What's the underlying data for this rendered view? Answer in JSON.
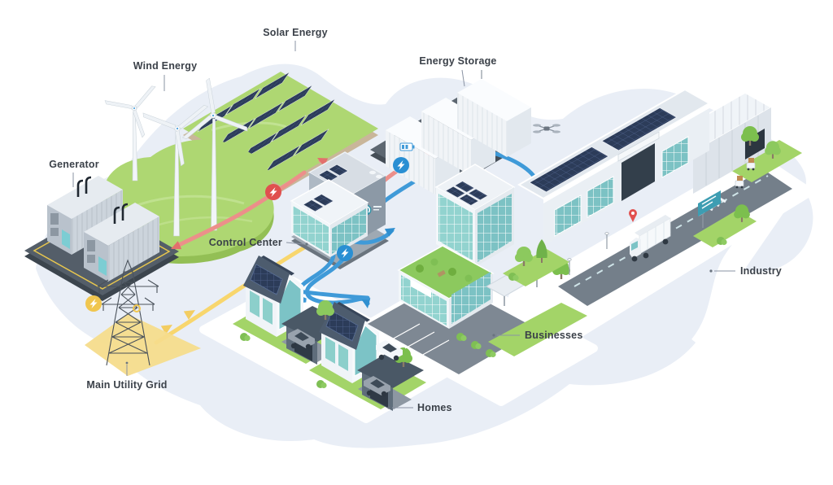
{
  "scene": {
    "title": "Smart grid energy system isometric illustration",
    "background": "#ffffff",
    "blob_color": "#e9eef6"
  },
  "labels": {
    "solar": "Solar Energy",
    "wind": "Wind Energy",
    "generator": "Generator",
    "storage": "Energy Storage",
    "control": "Control Center",
    "grid": "Main Utility Grid",
    "homes": "Homes",
    "businesses": "Businesses",
    "industry": "Industry"
  },
  "flows": [
    {
      "id": "generation",
      "color": "#ec8f8a",
      "badge_color": "#e0504f",
      "connects": [
        "Solar Energy",
        "Wind Energy",
        "Generator",
        "Control Center",
        "Energy Storage"
      ]
    },
    {
      "id": "distribution",
      "color": "#3f9ad8",
      "badge_color": "#2a8fd3",
      "connects": [
        "Energy Storage",
        "Control Center",
        "Homes",
        "Businesses",
        "Industry"
      ]
    },
    {
      "id": "utility",
      "color": "#f8d66d",
      "badge_color": "#f0c64f",
      "connects": [
        "Main Utility Grid",
        "Control Center"
      ]
    }
  ],
  "icons": [
    "lightning-badge-red",
    "lightning-badge-blue",
    "lightning-badge-yellow",
    "battery-icon",
    "location-pin-icon",
    "drone-icon"
  ],
  "colors": {
    "label_text": "#3b4149",
    "field_green": "#aed772",
    "lawn_green": "#a3d468",
    "solar_panel": "#2c3c59",
    "glass_teal": "#8ed2cf",
    "building_white": "#f0f4f8",
    "platform_gray": "#545e69",
    "road_gray": "#747f8a"
  }
}
